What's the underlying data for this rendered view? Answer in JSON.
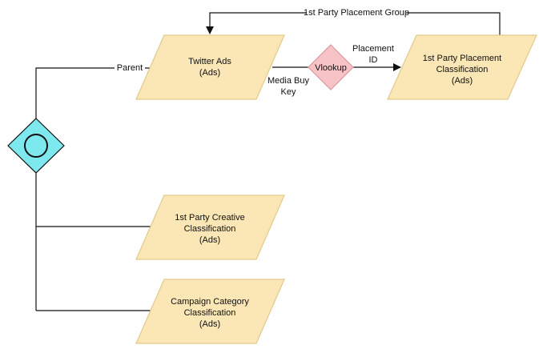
{
  "colors": {
    "parallelogram_fill": "#fbe6b6",
    "parallelogram_stroke": "#e2c98c",
    "vlookup_fill": "#f7c3c6",
    "vlookup_stroke": "#d99aa0",
    "gateway_fill": "#7ee8ef",
    "gateway_stroke": "#111111",
    "line": "#111111"
  },
  "nodes": {
    "twitter_ads": {
      "line1": "Twitter Ads",
      "line2": "(Ads)"
    },
    "vlookup": {
      "label": "Vlookup"
    },
    "placement_classification": {
      "line1": "1st Party Placement",
      "line2": "Classification",
      "line3": "(Ads)"
    },
    "creative_classification": {
      "line1": "1st Party Creative",
      "line2": "Classification",
      "line3": "(Ads)"
    },
    "campaign_classification": {
      "line1": "Campaign Category",
      "line2": "Classification",
      "line3": "(Ads)"
    },
    "gateway": {
      "shape": "diamond-with-circle"
    }
  },
  "edges": {
    "placement_group": {
      "label": "1st Party Placement Group"
    },
    "parent": {
      "label": "Parent"
    },
    "media_buy_key": {
      "line1": "Media Buy",
      "line2": "Key"
    },
    "placement_id": {
      "line1": "Placement",
      "line2": "ID"
    }
  }
}
